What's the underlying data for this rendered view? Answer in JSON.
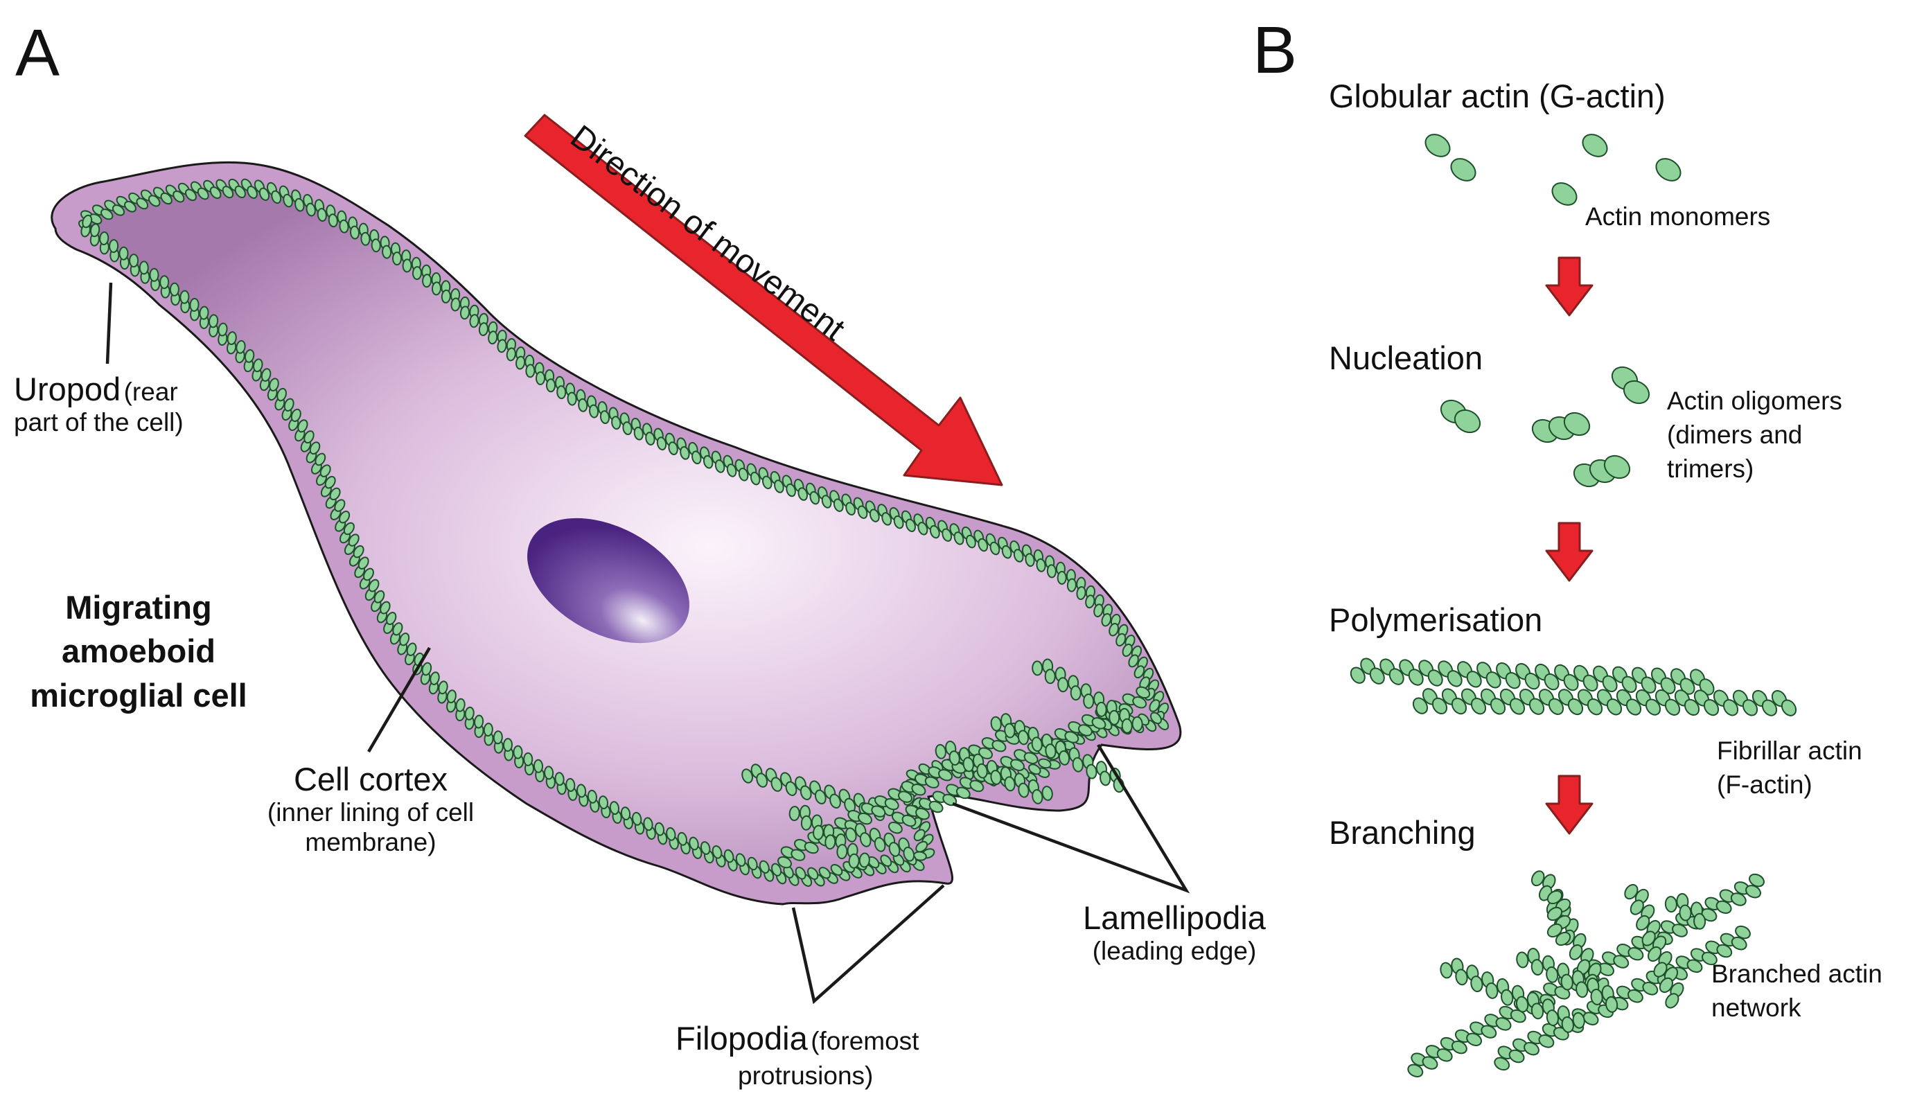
{
  "colors": {
    "cell_membrane": "#c79ccb",
    "cell_inner_edge": "#a679ad",
    "cell_center": "#fbf3fb",
    "nucleus": "#4a2380",
    "nucleus_highlight": "#f3eef8",
    "actin_fill": "#8fd39a",
    "actin_stroke": "#1e4e2b",
    "arrow": "#e8242c",
    "arrow_stroke": "#8a1d1d",
    "outline": "#1a1a1a"
  },
  "icons": [
    "direction-arrow-icon",
    "process-step-arrow-icon",
    "nucleus-shape",
    "actin-monomer-icon"
  ],
  "panel_a": {
    "letter": "A",
    "direction_label": "Direction of movement",
    "cell_title": [
      "Migrating",
      "amoeboid",
      "microglial cell"
    ],
    "uropod": {
      "name": "Uropod",
      "detail_1": "(rear",
      "detail_2": "part of the cell)"
    },
    "cortex": {
      "name": "Cell cortex",
      "detail_1": "(inner lining of cell",
      "detail_2": "membrane)"
    },
    "lamellipodia": {
      "name": "Lamellipodia",
      "detail": "(leading edge)"
    },
    "filopodia": {
      "name": "Filopodia",
      "detail_1": "(foremost",
      "detail_2": "protrusions)"
    }
  },
  "panel_b": {
    "letter": "B",
    "steps": [
      {
        "title": "Globular actin (G-actin)",
        "note_lines": [
          "Actin monomers"
        ]
      },
      {
        "title": "Nucleation",
        "note_lines": [
          "Actin oligomers",
          "(dimers and",
          "trimers)"
        ]
      },
      {
        "title": "Polymerisation",
        "note_lines": [
          "Fibrillar actin",
          "(F-actin)"
        ]
      },
      {
        "title": "Branching",
        "note_lines": [
          "Branched actin",
          "network"
        ]
      }
    ]
  }
}
